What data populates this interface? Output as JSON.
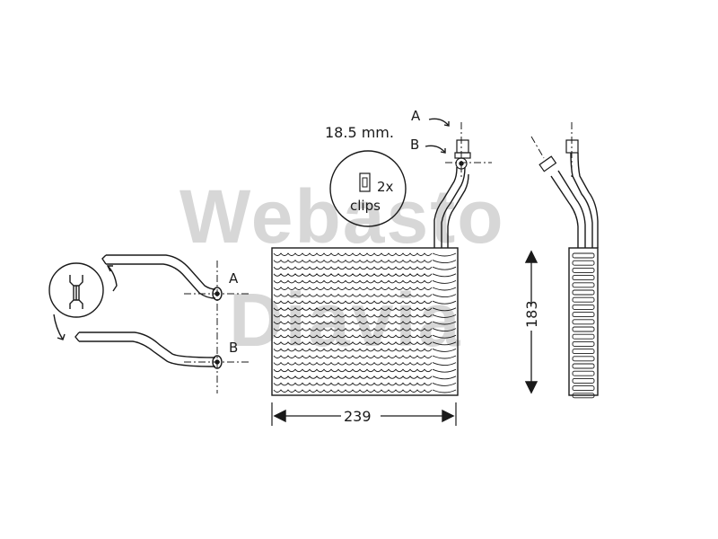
{
  "watermark": {
    "line1": "Webasto",
    "line2": "Diavia"
  },
  "labels": {
    "pipe_a": "A",
    "pipe_b": "B",
    "fitting_a": "A",
    "fitting_b": "B",
    "pipe_diameter": "18.5 mm.",
    "clip_count": "2x",
    "clip_word": "clips"
  },
  "dimensions": {
    "width": "239",
    "height": "183"
  },
  "colors": {
    "line": "#1a1a1a",
    "watermark": "#b8b8b8"
  }
}
